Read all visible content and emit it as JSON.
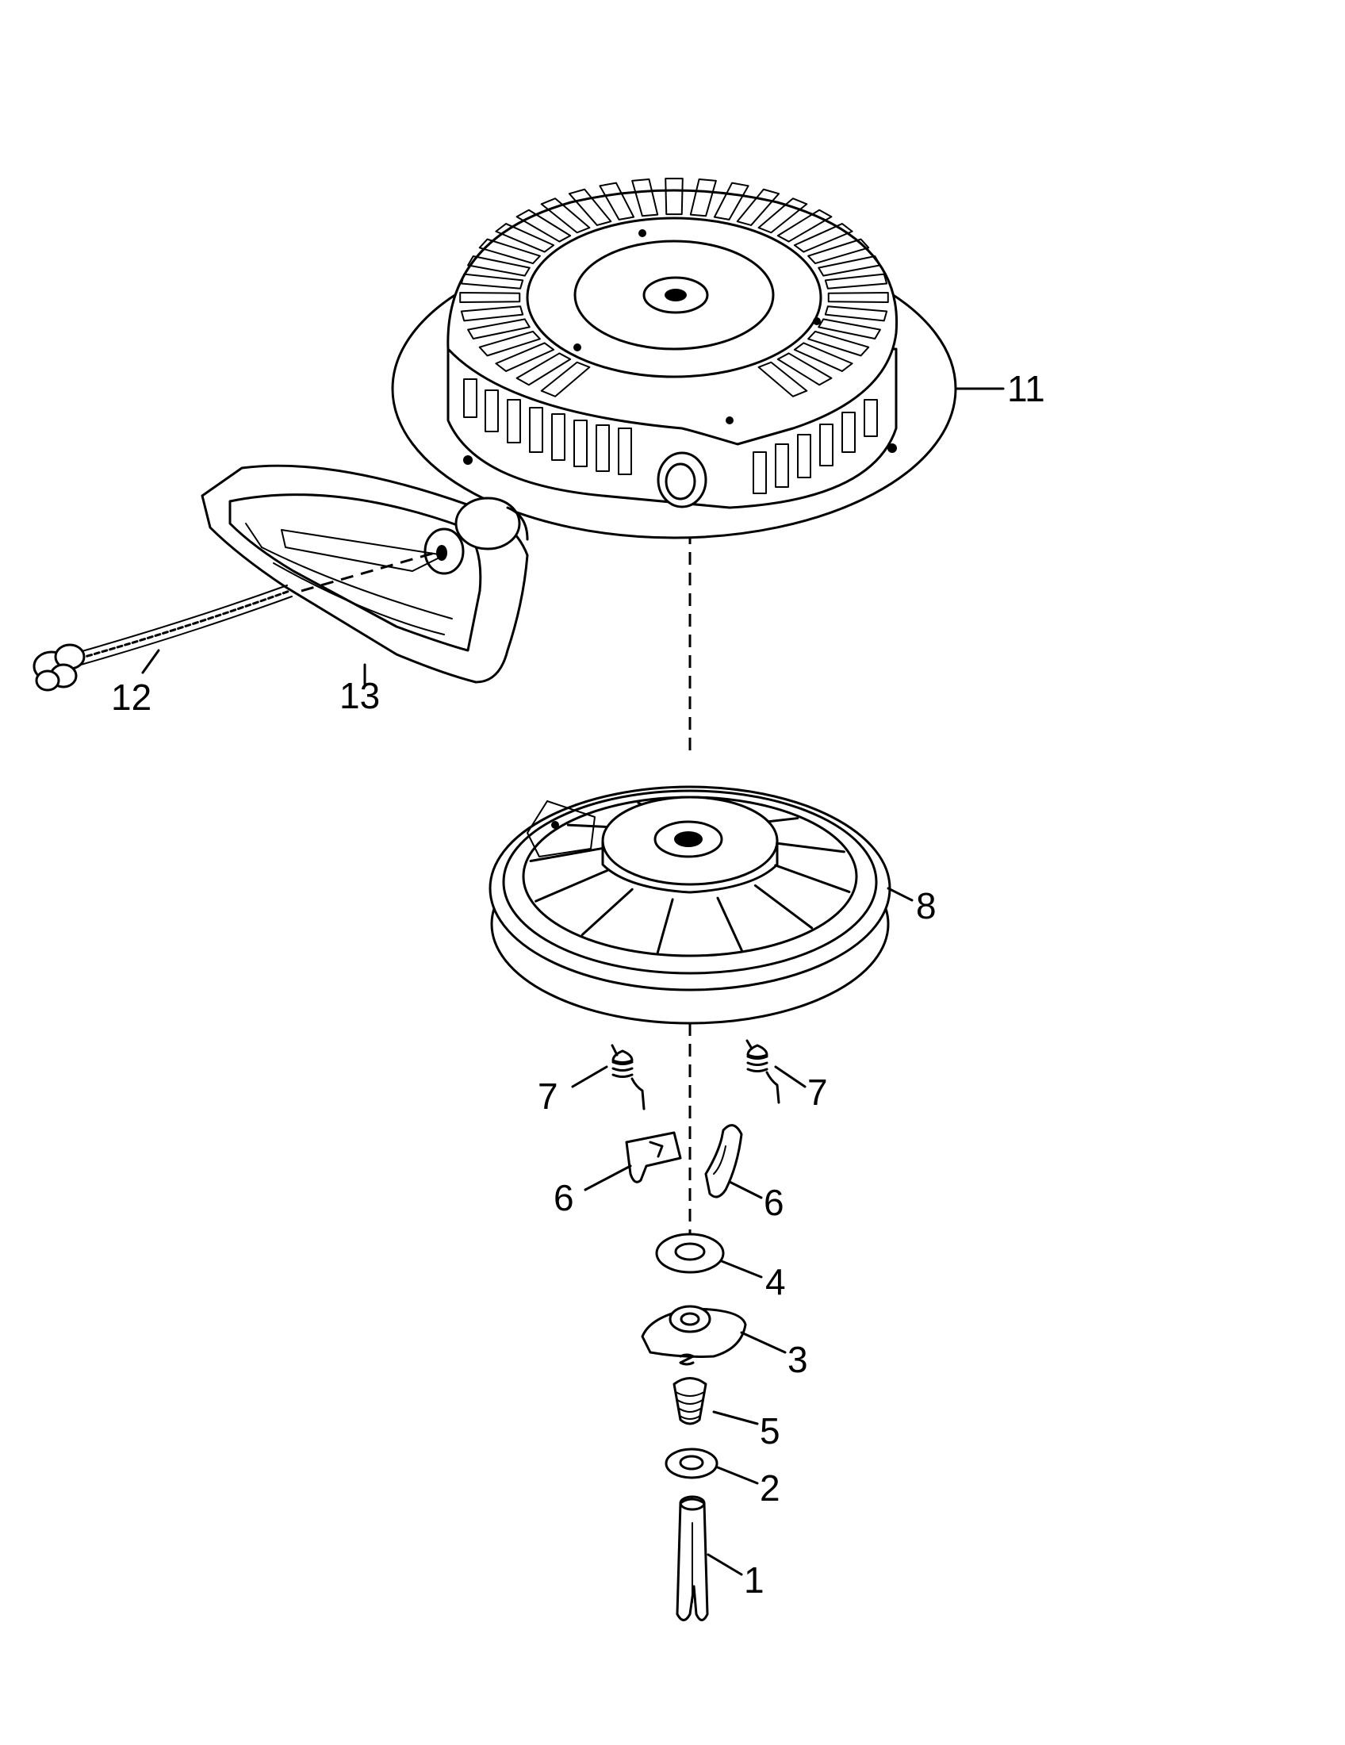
{
  "callouts": {
    "c11": "11",
    "c12": "12",
    "c13": "13",
    "c8": "8",
    "c7_left": "7",
    "c7_right": "7",
    "c6_left": "6",
    "c6_right": "6",
    "c4": "4",
    "c3": "3",
    "c5": "5",
    "c2": "2",
    "c1": "1"
  },
  "colors": {
    "ink": "#000000",
    "paper": "#ffffff"
  }
}
